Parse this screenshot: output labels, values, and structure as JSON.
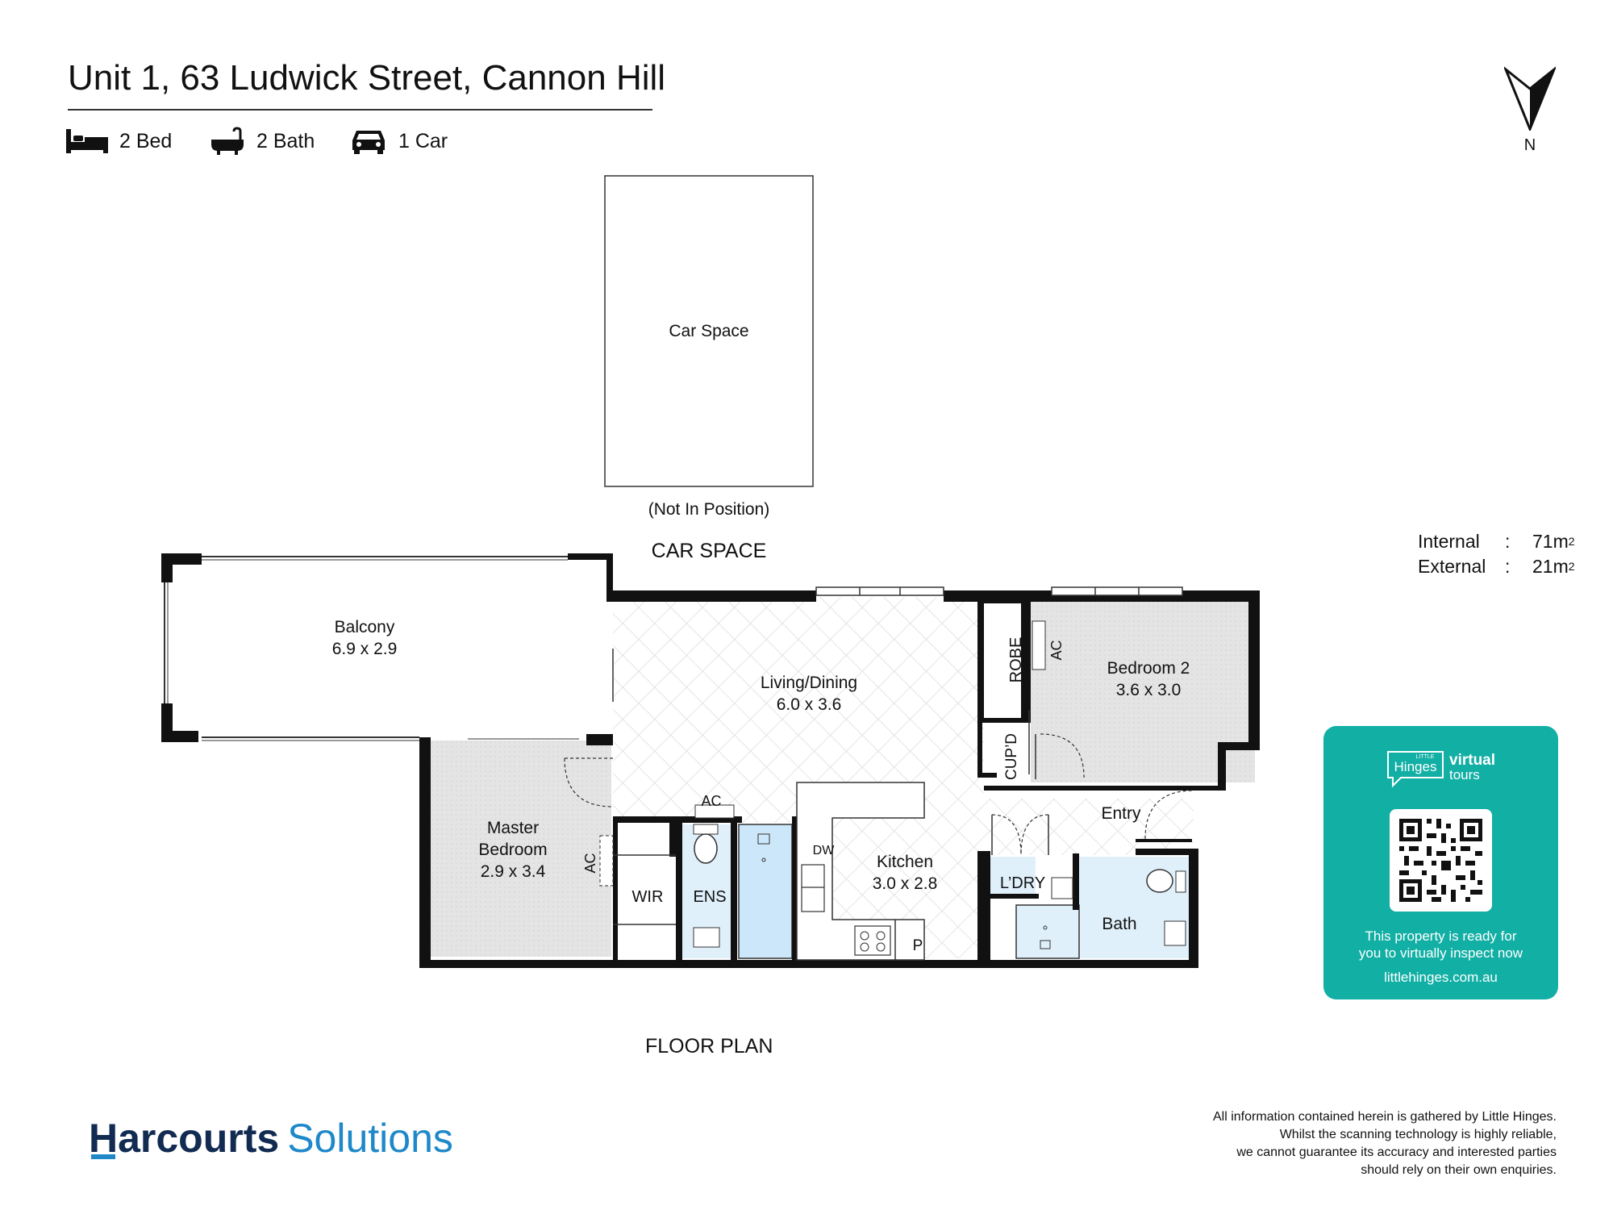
{
  "header": {
    "title": "Unit 1, 63 Ludwick Street, Cannon Hill",
    "features": {
      "bed": "2 Bed",
      "bath": "2 Bath",
      "car": "1 Car"
    }
  },
  "compass": {
    "icon": "north-arrow-icon",
    "label": "N"
  },
  "areas": {
    "internal_label": "Internal",
    "internal_value": "71m",
    "external_label": "External",
    "external_value": "21m",
    "separator": ":",
    "unit_superscript": "2"
  },
  "car_space": {
    "label": "Car Space",
    "note": "(Not In Position)",
    "heading": "CAR SPACE"
  },
  "rooms": {
    "balcony": {
      "name": "Balcony",
      "size": "6.9 x 2.9"
    },
    "living": {
      "name": "Living/Dining",
      "size": "6.0 x 3.6"
    },
    "bedroom2": {
      "name": "Bedroom 2",
      "size": "3.6 x 3.0"
    },
    "master": {
      "name1": "Master",
      "name2": "Bedroom",
      "size": "2.9 x 3.4"
    },
    "kitchen": {
      "name": "Kitchen",
      "size": "3.0 x 2.8"
    },
    "bath": {
      "name": "Bath"
    },
    "entry": {
      "name": "Entry"
    },
    "laundry": {
      "name": "L’DRY"
    },
    "wir": {
      "name": "WIR"
    },
    "ens": {
      "name": "ENS"
    },
    "robe": {
      "name": "ROBE"
    },
    "cupd": {
      "name": "CUP’D"
    },
    "ac_master": "AC",
    "ac_bed2": "AC",
    "ac_hall": "AC",
    "dw": "DW",
    "pantry": "P"
  },
  "floor_plan_label": "FLOOR PLAN",
  "brand": {
    "bold": "Harcourts",
    "light": "Solutions",
    "colors": {
      "navy": "#122b52",
      "blue": "#1e88c9"
    }
  },
  "virtual_tour": {
    "brand_small": "LITTLE",
    "brand_name": "Hinges",
    "virtual": "virtual",
    "tours": "tours",
    "line1": "This property is ready for",
    "line2": "you to virtually inspect now",
    "url": "littlehinges.com.au",
    "color": "#12afa5"
  },
  "disclaimer": {
    "line1": "All information contained herein is gathered by Little Hinges.",
    "line2": "Whilst the scanning technology is highly reliable,",
    "line3": "we cannot guarantee its accuracy and interested parties",
    "line4": "should rely on their own enquiries."
  }
}
